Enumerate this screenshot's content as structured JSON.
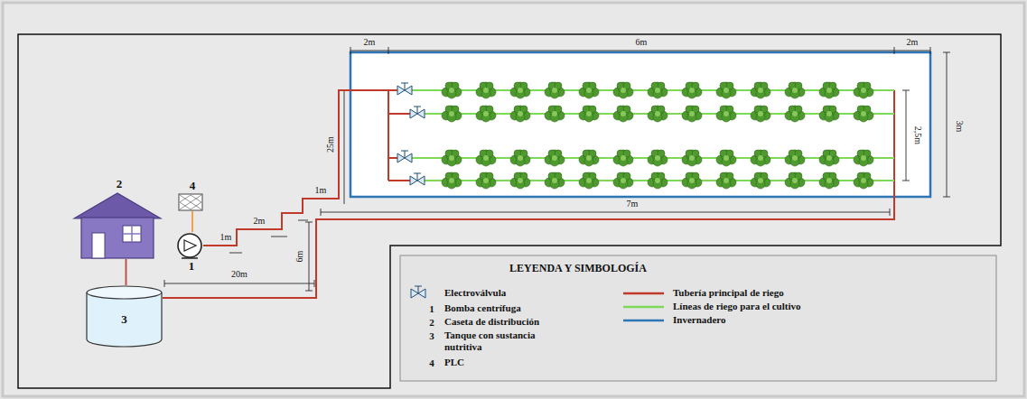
{
  "diagram": {
    "nodes": [
      {
        "text": [
          "2"
        ]
      },
      {
        "text": [
          "4"
        ]
      },
      {
        "text": [
          "1"
        ]
      },
      {
        "text": [
          "3"
        ]
      }
    ],
    "edges": [
      {
        "from": 0,
        "to": 3,
        "arrow": "none"
      },
      {
        "from": 1,
        "to": 2,
        "arrow": "none"
      }
    ],
    "labels": [
      "2m",
      "6m",
      "2m",
      "2,5m",
      "3m",
      "25m",
      "1m",
      "2m",
      "1m",
      "7m",
      "6m",
      "20m",
      "LEYENDA Y SIMBOLOGÍA",
      "1",
      "2",
      "3",
      "4"
    ],
    "legend": [
      {
        "text": "Electroválvula"
      },
      {
        "text": "Bomba centrífuga"
      },
      {
        "text": "Caseta de distribución"
      },
      {
        "text": "Tanque con sustancia nutritiva"
      },
      {
        "text": "PLC"
      },
      {
        "text": "Tubería principal de riego"
      },
      {
        "text": "Líneas de riego para el cultivo"
      },
      {
        "text": "Invernadero"
      }
    ]
  }
}
